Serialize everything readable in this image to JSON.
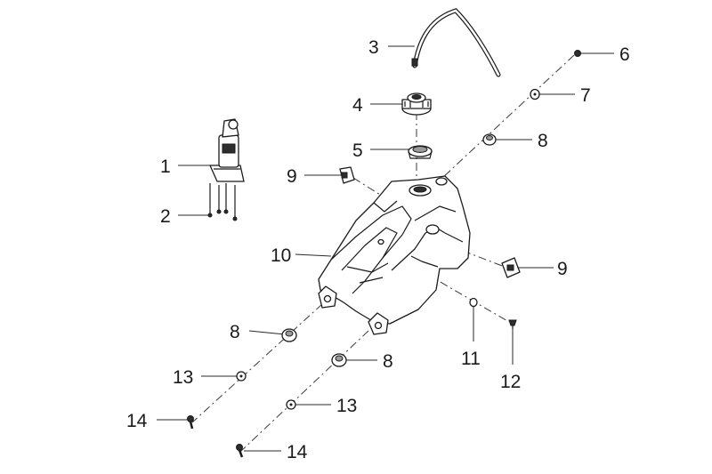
{
  "callouts": {
    "c1": "1",
    "c2": "2",
    "c3": "3",
    "c4": "4",
    "c5": "5",
    "c6": "6",
    "c7": "7",
    "c8a": "8",
    "c8b": "8",
    "c8c": "8",
    "c9a": "9",
    "c9b": "9",
    "c10": "10",
    "c11": "11",
    "c12": "12",
    "c13a": "13",
    "c13b": "13",
    "c14a": "14",
    "c14b": "14"
  },
  "colors": {
    "line": "#1a1a1a",
    "fill_dark": "#2d2d2d",
    "fill_mid": "#9a9a9a",
    "background": "#ffffff"
  },
  "parts": [
    "fuel-pump-icon",
    "fuel-pump-bolt-icon",
    "vent-hose-icon",
    "fuel-cap-icon",
    "cap-seal-ring-icon",
    "bolt-icon",
    "washer-icon",
    "rubber-bushing-icon",
    "bracket-clip-icon",
    "fuel-tank-icon",
    "small-washer-icon",
    "screw-icon",
    "flat-washer-icon",
    "mounting-bolt-icon"
  ]
}
